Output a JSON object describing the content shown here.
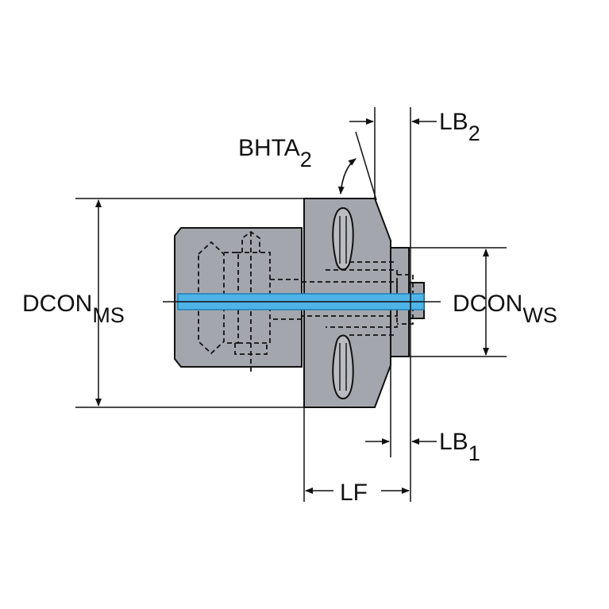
{
  "labels": {
    "dcon_ms": {
      "main": "DCON",
      "sub": "MS"
    },
    "dcon_ws": {
      "main": "DCON",
      "sub": "WS"
    },
    "bhta2": {
      "main": "BHTA",
      "sub": "2"
    },
    "lb2": {
      "main": "LB",
      "sub": "2"
    },
    "lb1": {
      "main": "LB",
      "sub": "1"
    },
    "lf": {
      "main": "LF"
    }
  },
  "colors": {
    "body_fill": "#a3a7ad",
    "outline": "#111111",
    "coolant": "#4eb3e6",
    "background": "#ffffff"
  }
}
